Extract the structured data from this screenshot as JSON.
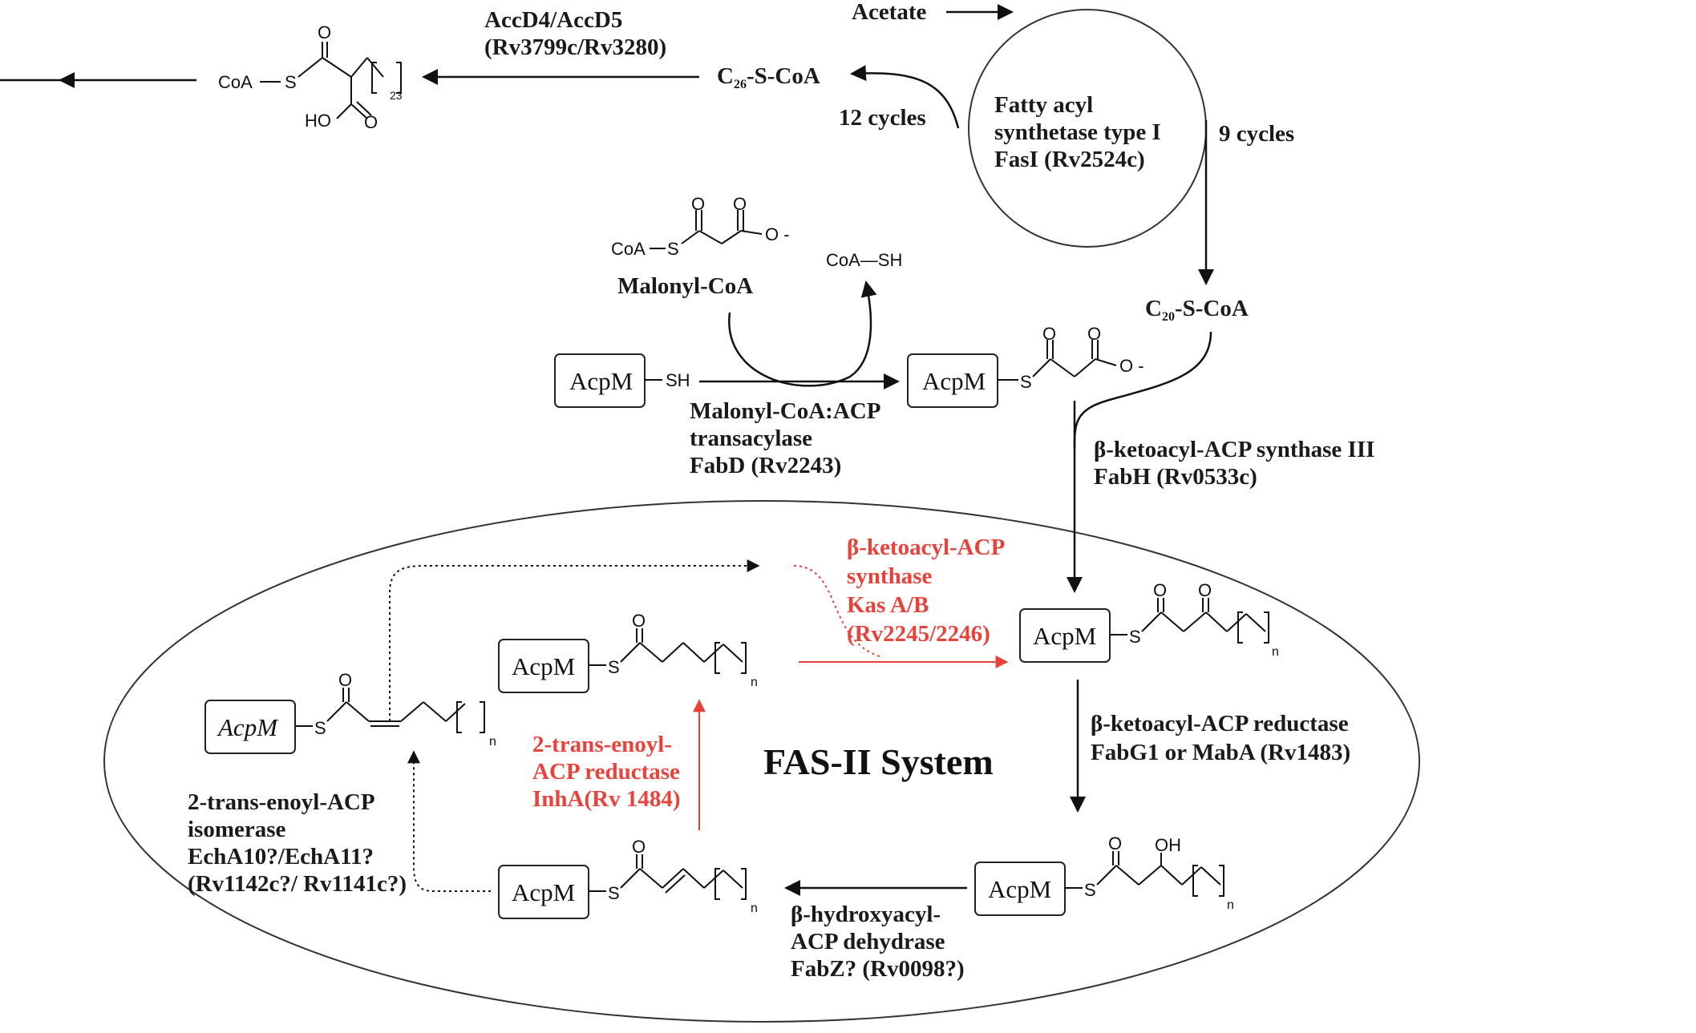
{
  "labels": {
    "acetate": "Acetate",
    "accd_line1": "AccD4/AccD5",
    "accd_line2": "(Rv3799c/Rv3280)",
    "c26": "C26-S-CoA",
    "c20": "C20-S-CoA",
    "cycles12": "12 cycles",
    "cycles9": "9 cycles",
    "fas1_line1": "Fatty acyl",
    "fas1_line2": "synthetase type I",
    "fas1_line3": "FasI (Rv2524c)",
    "malonyl_coa": "Malonyl-CoA",
    "coa_sh": "CoA—SH",
    "fabd_line1": "Malonyl-CoA:ACP",
    "fabd_line2": "transacylase",
    "fabd_line3": "FabD (Rv2243)",
    "fabh_line1": "β-ketoacyl-ACP synthase III",
    "fabh_line2": "FabH (Rv0533c)",
    "kas_line1": "β-ketoacyl-ACP",
    "kas_line2": "synthase",
    "kas_line3": "Kas A/B",
    "kas_line4": "(Rv2245/2246)",
    "fabg_line1": "β-ketoacyl-ACP reductase",
    "fabg_line2": "FabG1 or MabA (Rv1483)",
    "fabz_line1": "β-hydroxyacyl-",
    "fabz_line2": "ACP dehydrase",
    "fabz_line3": "FabZ? (Rv0098?)",
    "inha_line1": "2-trans-enoyl-",
    "inha_line2": "ACP reductase",
    "inha_line3": "InhA(Rv 1484)",
    "echa_line1": "2-trans-enoyl-ACP",
    "echa_line2": "isomerase",
    "echa_line3": "EchA10?/EchA11?",
    "echa_line4": "(Rv1142c?/ Rv1141c?)",
    "fas2": "FAS-II System"
  },
  "chem": {
    "coa": "CoA",
    "coa_s": "S",
    "o": "O",
    "ho": "HO",
    "oh": "OH",
    "sh": "SH",
    "s": "S",
    "o_minus": "O -",
    "sub23": "23",
    "n": "n",
    "acpm": "AcpM"
  },
  "colors": {
    "red": "#e8423a",
    "ink": "#111111"
  }
}
